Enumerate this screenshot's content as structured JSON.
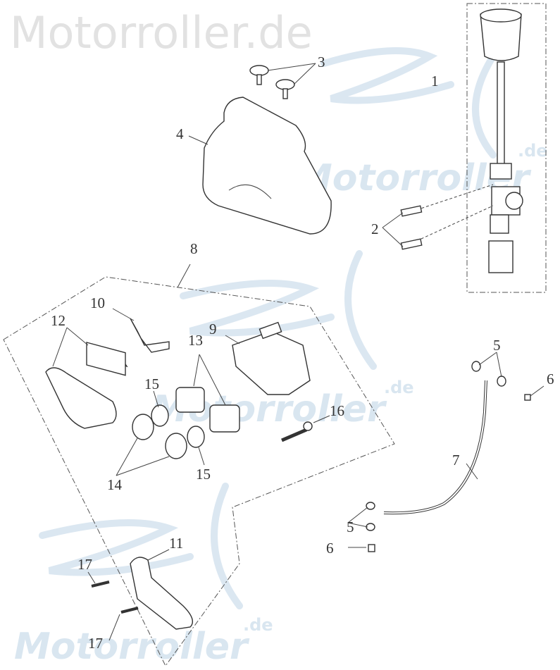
{
  "watermark": {
    "top_text": "Motorroller.de",
    "logo_text": "Motorroller",
    "logo_suffix": ".de"
  },
  "callouts": [
    "1",
    "2",
    "3",
    "4",
    "5",
    "6",
    "7",
    "8",
    "9",
    "10",
    "11",
    "12",
    "13",
    "14",
    "15",
    "16",
    "17"
  ],
  "colors": {
    "line": "#333333",
    "watermark_gray": "#e2e2e2",
    "watermark_blue": "#d9e6f0",
    "background": "#ffffff"
  }
}
